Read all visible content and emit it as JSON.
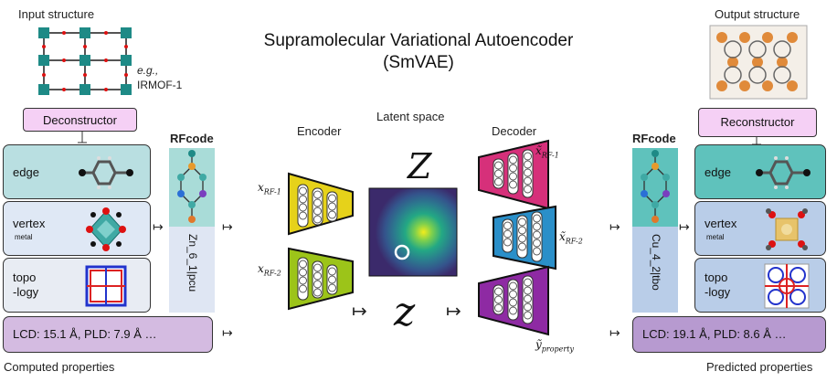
{
  "title": {
    "line1": "Supramolecular Variational Autoencoder",
    "line2": "(SmVAE)"
  },
  "input": {
    "heading": "Input structure",
    "example_prefix": "e.g.,",
    "example_name": "IRMOF-1"
  },
  "output": {
    "heading": "Output structure"
  },
  "left": {
    "deconstructor": "Deconstructor",
    "edge": "edge",
    "vertex": "vertex",
    "vertex_sub": "metal",
    "topo_line1": "topo",
    "topo_line2": "-logy",
    "rfcode_title": "RFcode",
    "rfcode_value": "Zn_6_1|pcu",
    "properties": "LCD: 15.1 Å, PLD: 7.9 Å …",
    "caption": "Computed properties"
  },
  "right": {
    "reconstructor": "Reconstructor",
    "edge": "edge",
    "vertex": "vertex",
    "vertex_sub": "metal",
    "topo_line1": "topo",
    "topo_line2": "-logy",
    "rfcode_title": "RFcode",
    "rfcode_value": "Cu_4_2|tbo",
    "properties": "LCD: 19.1 Å, PLD:  8.6 Å …",
    "caption": "Predicted properties"
  },
  "center": {
    "encoder": "Encoder",
    "decoder": "Decoder",
    "latent_space": "Latent space",
    "Z_big": "Z",
    "z_small": "z",
    "enc_in_1": "x",
    "enc_in_1_sub": "RF-1",
    "enc_in_2": "x",
    "enc_in_2_sub": "RF-2",
    "dec_out_1": "x̃",
    "dec_out_1_sub": "RF-1",
    "dec_out_2": "x̃",
    "dec_out_2_sub": "RF-2",
    "dec_out_3": "ỹ",
    "dec_out_3_sub": "property",
    "arrow": "↦"
  },
  "colors": {
    "encoder_yellow": "#e6d21a",
    "encoder_green": "#9cc419",
    "decoder_pink": "#d6307a",
    "decoder_blue": "#2a8fc9",
    "decoder_purple": "#8e2aa3",
    "latent_dark": "#3b2a6b",
    "latent_bright": "#e8e51e"
  }
}
